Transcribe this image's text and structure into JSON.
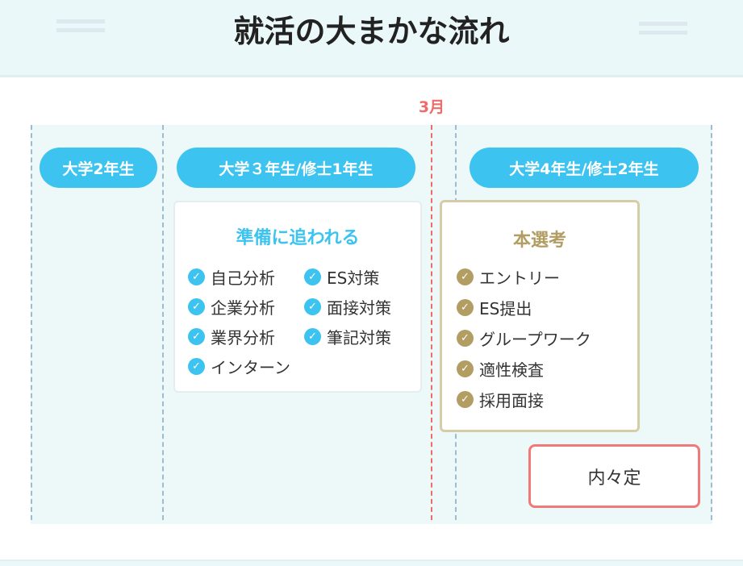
{
  "header": {
    "title": "就活の大まかな流れ"
  },
  "timeline": {
    "marker": "3月",
    "periods": [
      "大学2年生",
      "大学３年生/修士1年生",
      "大学4年生/修士2年生"
    ]
  },
  "prep": {
    "title": "準備に追われる",
    "items": [
      "自己分析",
      "ES対策",
      "企業分析",
      "面接対策",
      "業界分析",
      "筆記対策",
      "インターン"
    ],
    "color": "#3cc3f0"
  },
  "selection": {
    "title": "本選考",
    "items": [
      "エントリー",
      "ES提出",
      "グループワーク",
      "適性検査",
      "採用面接"
    ],
    "color": "#b29d63"
  },
  "offer": {
    "label": "内々定"
  }
}
